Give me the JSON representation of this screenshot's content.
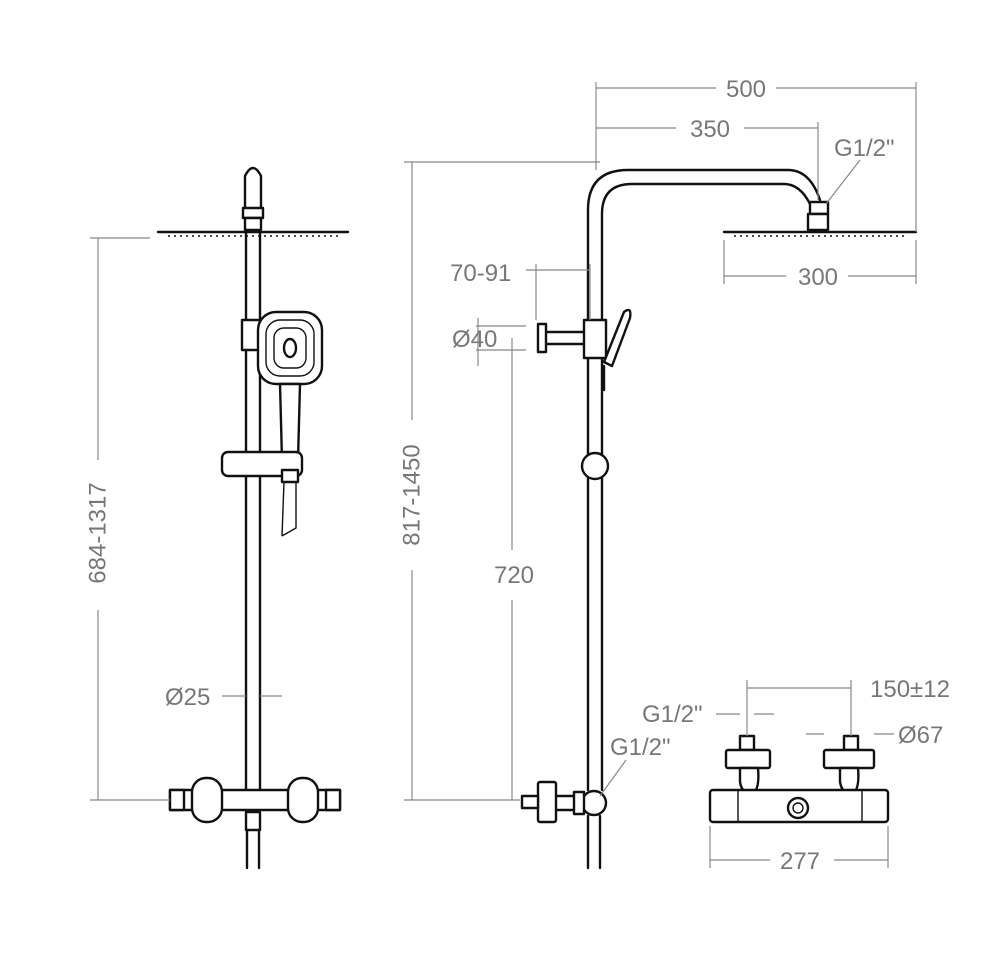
{
  "front_view": {
    "dim_height": "684-1317",
    "dim_pipe_diameter": "Ø25"
  },
  "side_view": {
    "dim_arm_total": "500",
    "dim_arm_reach": "350",
    "dim_head_width": "300",
    "dim_head_connection": "G1/2\"",
    "dim_bracket_offset": "70-91",
    "dim_bracket_diameter": "Ø40",
    "dim_total_height": "817-1450",
    "dim_bracket_height": "720",
    "dim_mixer_connection": "G1/2\""
  },
  "mixer_view": {
    "dim_inlet_spacing": "150±12",
    "dim_inlet_thread": "G1/2\"",
    "dim_escutcheon_diameter": "Ø67",
    "dim_body_length": "277"
  },
  "colors": {
    "line": "#111111",
    "dimension": "#888888",
    "dimension_text": "#777777",
    "background": "#ffffff"
  }
}
